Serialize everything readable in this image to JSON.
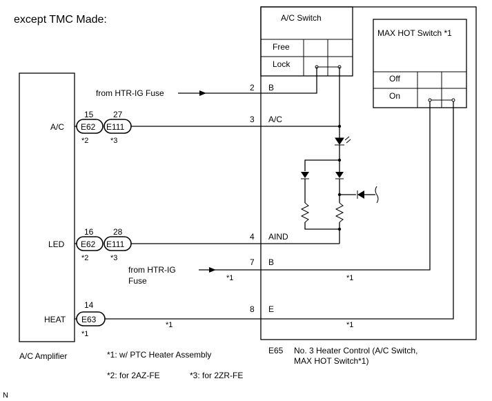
{
  "diagram": {
    "heading": "except TMC Made:",
    "amplifier": {
      "label": "A/C Amplifier"
    },
    "control": {
      "connector": "E65",
      "label_line1": "No. 3 Heater Control (A/C Switch,",
      "label_line2": "MAX HOT Switch*1)"
    },
    "ac_switch": {
      "title": "A/C Switch",
      "rows": [
        "Free",
        "Lock"
      ]
    },
    "max_hot_switch": {
      "title": "MAX HOT Switch *1",
      "rows": [
        "Off",
        "On"
      ]
    },
    "source_top": "from HTR-IG Fuse",
    "source_mid_line1": "from HTR-IG",
    "source_mid_line2": "Fuse",
    "amp_pins": [
      {
        "label": "A/C",
        "c1": "E62",
        "p1": "15",
        "n1": "*2",
        "c2": "E111",
        "p2": "27",
        "n2": "*3"
      },
      {
        "label": "LED",
        "c1": "E62",
        "p1": "16",
        "n1": "*2",
        "c2": "E111",
        "p2": "28",
        "n2": "*3"
      },
      {
        "label": "HEAT",
        "c1": "E63",
        "p1": "14",
        "n1": "*1"
      }
    ],
    "control_pins": [
      {
        "num": "2",
        "name": "B"
      },
      {
        "num": "3",
        "name": "A/C"
      },
      {
        "num": "4",
        "name": "AIND"
      },
      {
        "num": "7",
        "name": "B"
      },
      {
        "num": "8",
        "name": "E"
      }
    ],
    "wire_notes": [
      "*1",
      "*1",
      "*1",
      "*1"
    ],
    "footnotes": {
      "n1": "*1: w/ PTC Heater Assembly",
      "n2": "*2: for 2AZ-FE",
      "n3": "*3: for 2ZR-FE"
    },
    "corner_mark": "N"
  }
}
